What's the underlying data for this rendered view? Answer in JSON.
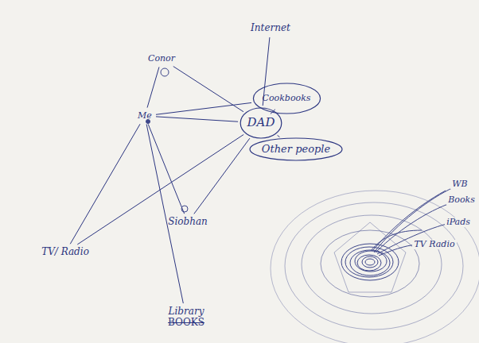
{
  "diagram": {
    "nodes": [
      {
        "text": [
          "Internet"
        ]
      },
      {
        "text": [
          "Conor"
        ]
      },
      {
        "text": [
          "Cookbooks"
        ]
      },
      {
        "text": [
          "Me"
        ]
      },
      {
        "text": [
          "DAD"
        ]
      },
      {
        "text": [
          "Other people"
        ]
      },
      {
        "text": [
          "Siobhan"
        ]
      },
      {
        "text": [
          "TV/ Radio"
        ]
      },
      {
        "text": [
          "Library",
          "BOOKS"
        ]
      }
    ],
    "edges": [
      {
        "from": 4,
        "to": 0,
        "arrow": "none"
      },
      {
        "from": 3,
        "to": 1,
        "arrow": "none"
      },
      {
        "from": 1,
        "to": 4,
        "arrow": "none"
      },
      {
        "from": 3,
        "to": 2,
        "arrow": "none"
      },
      {
        "from": 3,
        "to": 4,
        "arrow": "none"
      },
      {
        "from": 4,
        "to": 2,
        "arrow": "none"
      },
      {
        "from": 4,
        "to": 5,
        "arrow": "none"
      },
      {
        "from": 3,
        "to": 6,
        "arrow": "none"
      },
      {
        "from": 6,
        "to": 4,
        "arrow": "none"
      },
      {
        "from": 3,
        "to": 7,
        "arrow": "none"
      },
      {
        "from": 7,
        "to": 4,
        "arrow": "none"
      },
      {
        "from": 3,
        "to": 8,
        "arrow": "none"
      }
    ],
    "labels": [
      "WB",
      "Books",
      "iPads",
      "TV Radio"
    ]
  }
}
